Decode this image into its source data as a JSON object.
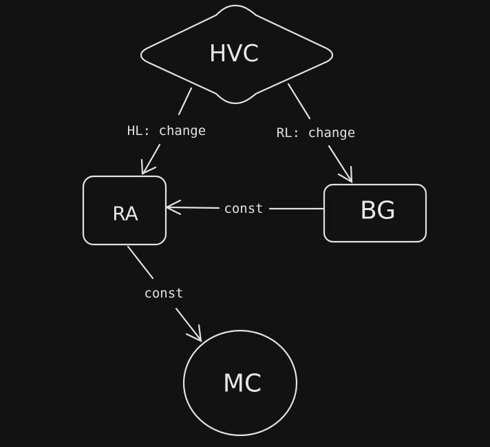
{
  "nodes": {
    "hvc": {
      "label": "HVC"
    },
    "ra": {
      "label": "RA"
    },
    "bg": {
      "label": "BG"
    },
    "mc": {
      "label": "MC"
    }
  },
  "edges": {
    "hvc_to_ra": {
      "label": "HL: change"
    },
    "hvc_to_bg": {
      "label": "RL: change"
    },
    "bg_to_ra": {
      "label": "const"
    },
    "ra_to_mc": {
      "label": "const"
    }
  },
  "colors": {
    "background": "#121212",
    "stroke": "#e2e2e2",
    "text": "#e8e8e8"
  }
}
